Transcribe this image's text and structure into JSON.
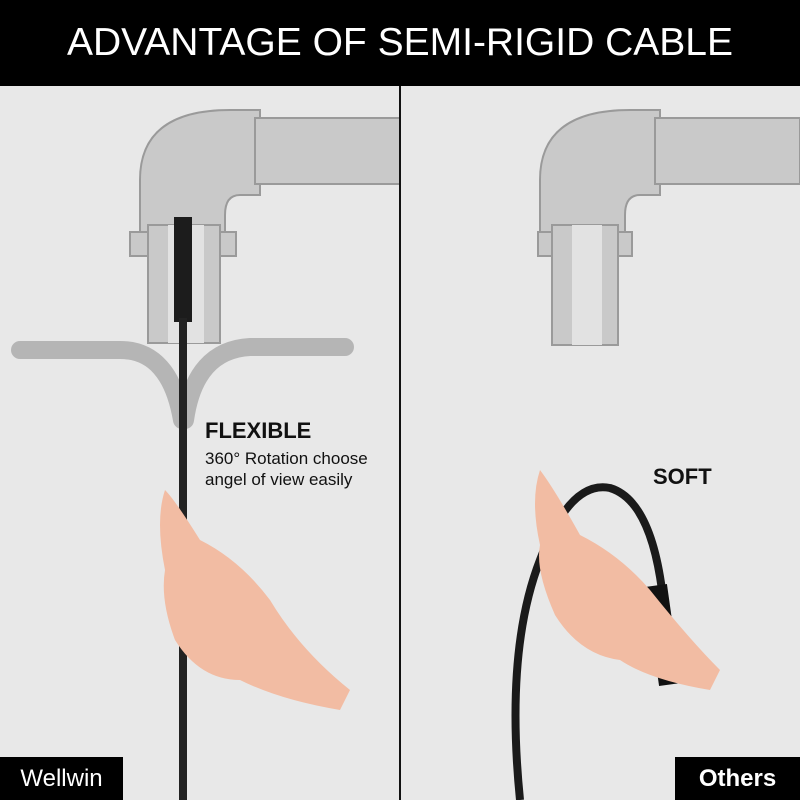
{
  "header": {
    "title": "ADVANTAGE OF SEMI-RIGID CABLE"
  },
  "left_panel": {
    "feature_title": "FLEXIBLE",
    "feature_line1": "360° Rotation choose",
    "feature_line2": "angel of view easily",
    "label": "Wellwin"
  },
  "right_panel": {
    "feature_title": "SOFT",
    "label": "Others"
  },
  "colors": {
    "header_bg": "#000000",
    "background": "#e8e8e8",
    "pipe": "#c8c8c8",
    "cable": "#1a1a1a",
    "skin": "#f0b8a0"
  }
}
